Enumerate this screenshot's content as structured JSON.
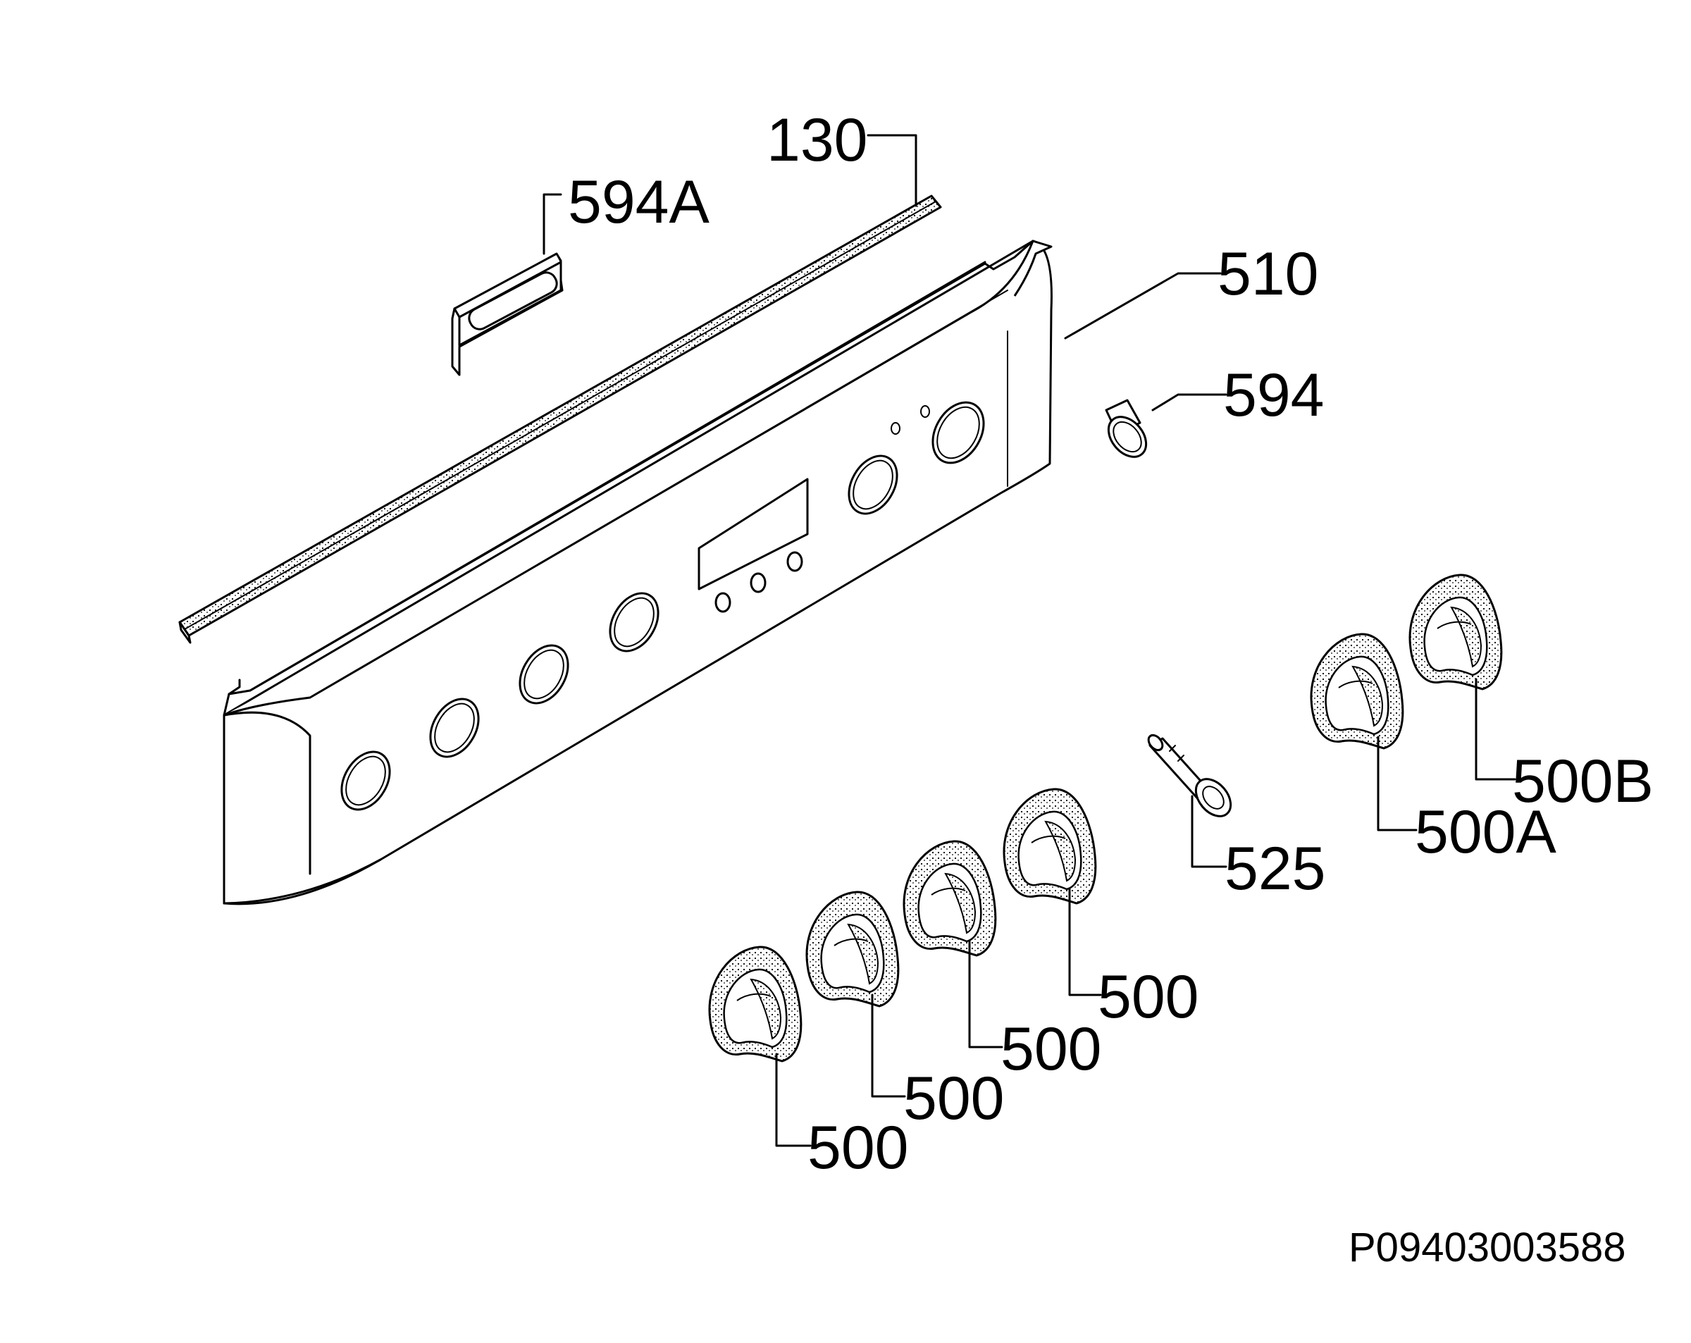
{
  "diagram": {
    "drawing_code": "P09403003588",
    "parts": [
      {
        "id": "p130",
        "label": "130"
      },
      {
        "id": "p594A",
        "label": "594A"
      },
      {
        "id": "p510",
        "label": "510"
      },
      {
        "id": "p594",
        "label": "594"
      },
      {
        "id": "p525",
        "label": "525"
      },
      {
        "id": "p500B",
        "label": "500B"
      },
      {
        "id": "p500A",
        "label": "500A"
      },
      {
        "id": "p500_1",
        "label": "500"
      },
      {
        "id": "p500_2",
        "label": "500"
      },
      {
        "id": "p500_3",
        "label": "500"
      },
      {
        "id": "p500_4",
        "label": "500"
      }
    ]
  }
}
